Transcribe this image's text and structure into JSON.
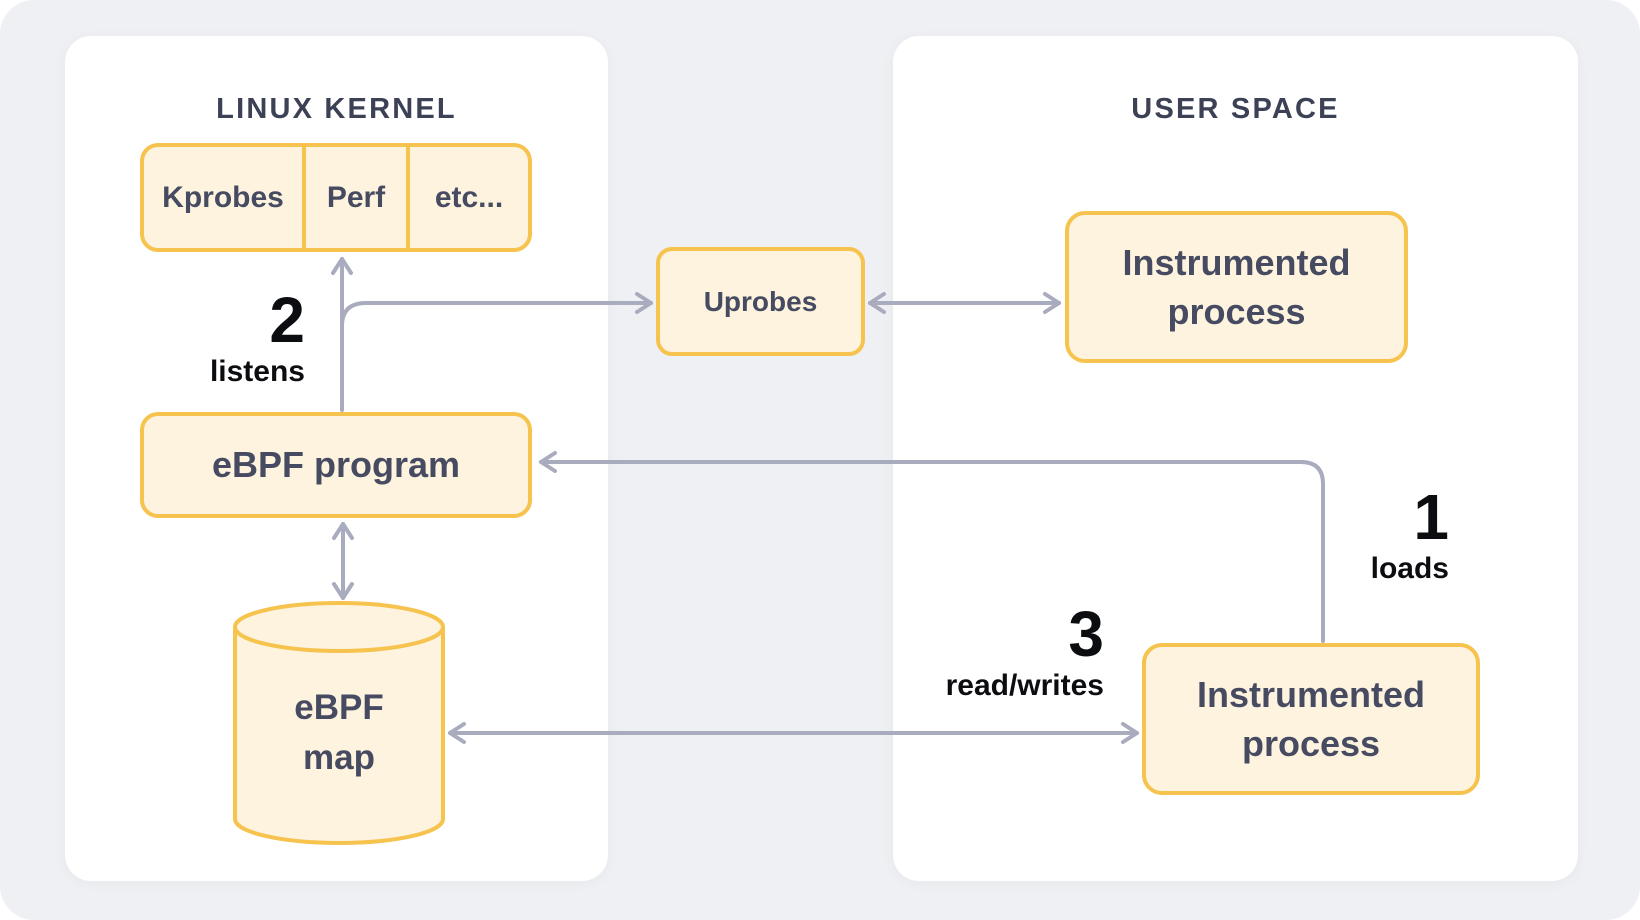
{
  "colors": {
    "bg": "#eff0f3",
    "panel": "#ffffff",
    "box_border": "#f6c34e",
    "box_fill": "#fdf3de",
    "text_dark": "#474b62",
    "title": "#3c4155",
    "arrow": "#a9abbe",
    "step": "#0c0d10"
  },
  "panels": {
    "kernel": {
      "title": "LINUX KERNEL"
    },
    "user": {
      "title": "USER SPACE"
    }
  },
  "nodes": {
    "probe_cells": [
      {
        "label": "Kprobes"
      },
      {
        "label": "Perf"
      },
      {
        "label": "etc..."
      }
    ],
    "ebpf_program": {
      "label": "eBPF program"
    },
    "ebpf_map": {
      "label": "eBPF map"
    },
    "uprobes": {
      "label": "Uprobes"
    },
    "instrumented_process_top": {
      "label": "Instrumented process"
    },
    "instrumented_process_bottom": {
      "label": "Instrumented process"
    }
  },
  "steps": {
    "loads": {
      "number": "1",
      "caption": "loads"
    },
    "listens": {
      "number": "2",
      "caption": "listens"
    },
    "read_writes": {
      "number": "3",
      "caption": "read/writes"
    }
  }
}
